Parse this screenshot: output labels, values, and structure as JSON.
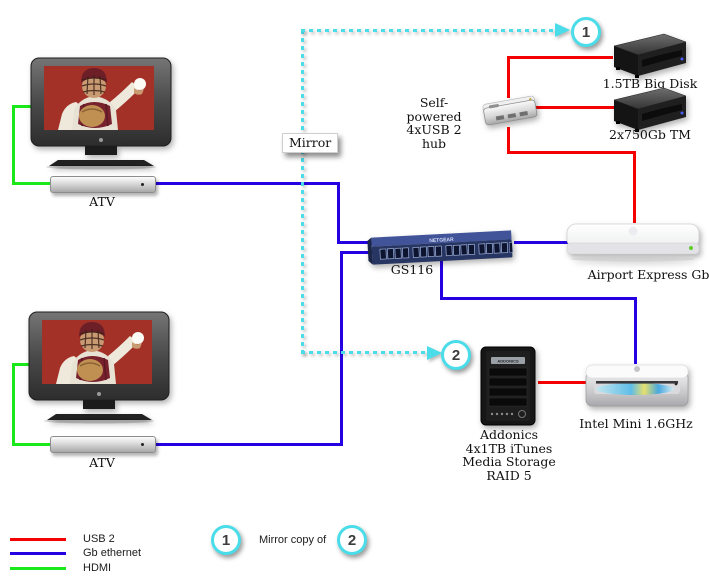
{
  "diagram": {
    "devices": {
      "atv_top": {
        "label": "ATV"
      },
      "atv_bottom": {
        "label": "ATV"
      },
      "switch": {
        "label": "GS116",
        "brand": "NETGEAR"
      },
      "hub": {
        "label_lines": [
          "Self-powered",
          "4xUSB 2 hub"
        ]
      },
      "big_disk": {
        "label": "1.5TB Big Disk"
      },
      "tm_disk": {
        "label": "2x750Gb TM"
      },
      "airport": {
        "label": "Airport Express Gb"
      },
      "mini": {
        "label": "Intel Mini 1.6GHz"
      },
      "addonics": {
        "label_lines": [
          "Addonics",
          "4x1TB iTunes",
          "Media Storage",
          "RAID 5"
        ],
        "badge": "ADDONICS"
      }
    },
    "mirror": {
      "label": "Mirror",
      "badge1": "1",
      "badge2": "2"
    },
    "legend": {
      "items": [
        {
          "key": "usb",
          "label": "USB 2"
        },
        {
          "key": "ethernet",
          "label": "Gb ethernet"
        },
        {
          "key": "hdmi",
          "label": "HDMI"
        }
      ],
      "note": {
        "from_badge": "1",
        "text": "Mirror copy of",
        "to_badge": "2"
      }
    },
    "colors": {
      "usb": "#f40000",
      "ethernet": "#2400e2",
      "hdmi": "#1ae81a",
      "mirror": "#4adde9"
    }
  }
}
